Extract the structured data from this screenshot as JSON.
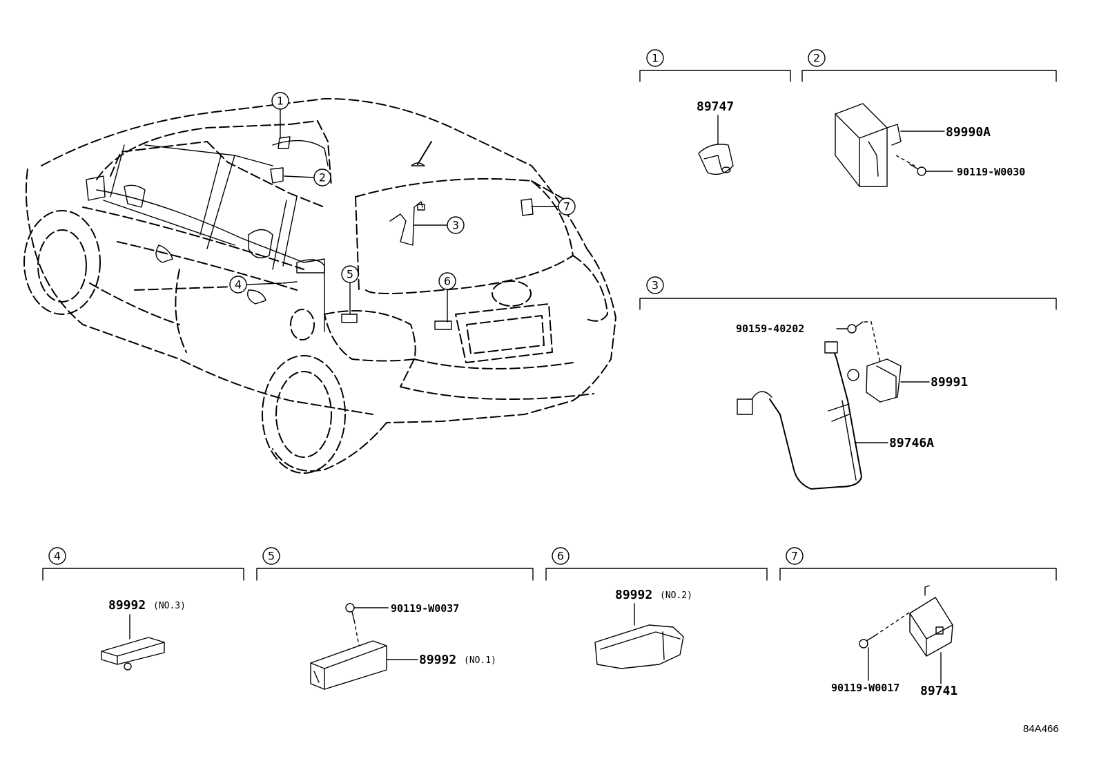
{
  "callouts": [
    "1",
    "2",
    "3",
    "4",
    "5",
    "6",
    "7"
  ],
  "groups": {
    "g1": {
      "number": "1",
      "parts": {
        "sensor": "89747"
      }
    },
    "g2": {
      "number": "2",
      "parts": {
        "computer": "89990A",
        "bolt": "90119-W0030"
      }
    },
    "g3": {
      "number": "3",
      "parts": {
        "bolt": "90159-40202",
        "amplifier": "89991",
        "wire": "89746A"
      }
    },
    "g4": {
      "number": "4",
      "parts": {
        "antenna": "89992",
        "antenna_note": "(NO.3)"
      }
    },
    "g5": {
      "number": "5",
      "parts": {
        "bolt": "90119-W0037",
        "antenna": "89992",
        "antenna_note": "(NO.1)"
      }
    },
    "g6": {
      "number": "6",
      "parts": {
        "antenna": "89992",
        "antenna_note": "(NO.2)"
      }
    },
    "g7": {
      "number": "7",
      "parts": {
        "bolt": "90119-W0017",
        "receiver": "89741"
      }
    }
  },
  "reference_code": "84A466",
  "icons": [
    "car-outline-icon",
    "sensor-icon",
    "control-module-icon",
    "bolt-icon",
    "wire-harness-icon",
    "antenna-icon",
    "receiver-icon"
  ]
}
